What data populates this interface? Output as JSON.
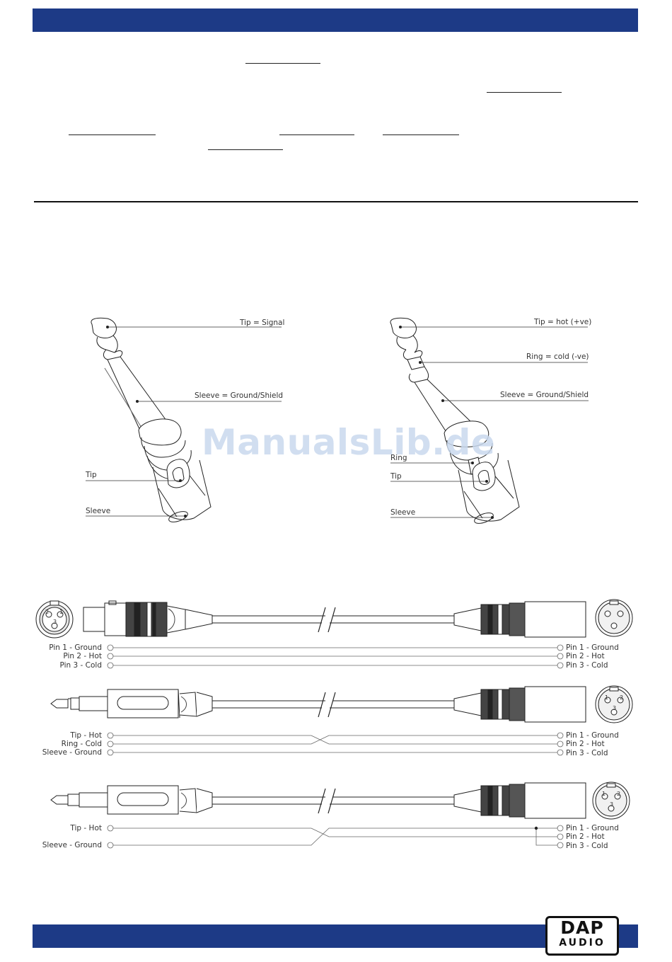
{
  "watermark": "ManualsLib.de",
  "jack_ts": {
    "tip_signal": "Tip = Signal",
    "sleeve_ground": "Sleeve = Ground/Shield",
    "tip": "Tip",
    "sleeve": "Sleeve"
  },
  "jack_trs": {
    "tip_hot": "Tip = hot (+ve)",
    "ring_cold": "Ring = cold (-ve)",
    "sleeve_ground": "Sleeve = Ground/Shield",
    "ring": "Ring",
    "tip": "Tip",
    "sleeve": "Sleeve"
  },
  "cable1": {
    "left": [
      "Pin 1 - Ground",
      "Pin 2 - Hot",
      "Pin 3 - Cold"
    ],
    "right": [
      "Pin 1 - Ground",
      "Pin 2 - Hot",
      "Pin 3 - Cold"
    ],
    "pins": [
      "2",
      "1",
      "3"
    ]
  },
  "cable2": {
    "left": [
      "Tip - Hot",
      "Ring - Cold",
      "Sleeve - Ground"
    ],
    "right": [
      "Pin 1 - Ground",
      "Pin 2 - Hot",
      "Pin 3 - Cold"
    ],
    "pins": [
      "1",
      "2",
      "3"
    ]
  },
  "cable3": {
    "left": [
      "Tip - Hot",
      "Sleeve - Ground"
    ],
    "right": [
      "Pin 1 - Ground",
      "Pin 2 - Hot",
      "Pin 3 - Cold"
    ],
    "pins": [
      "1",
      "2",
      "3"
    ]
  },
  "logo": {
    "line1": "DAP",
    "line2": "AUDIO"
  },
  "colors": {
    "brand_blue": "#1d3a86"
  }
}
